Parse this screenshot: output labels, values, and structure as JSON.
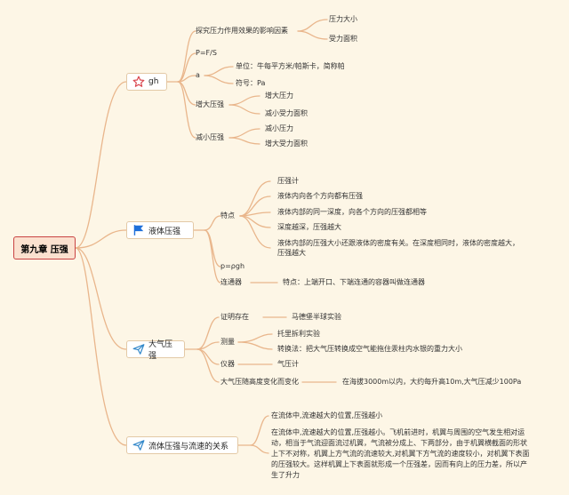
{
  "root": "第九章 压强",
  "b1": {
    "title": "gh",
    "icon": "star-icon",
    "sub1": {
      "label": "探究压力作用效果的影响因素",
      "items": [
        "压力大小",
        "受力面积"
      ]
    },
    "formula": "P=F/S",
    "a": {
      "label": "a",
      "items": [
        "单位：牛每平方米/帕斯卡，简称帕",
        "符号：Pa"
      ]
    },
    "increase": {
      "label": "增大压强",
      "items": [
        "增大压力",
        "减小受力面积"
      ]
    },
    "decrease": {
      "label": "减小压强",
      "items": [
        "减小压力",
        "增大受力面积"
      ]
    }
  },
  "b2": {
    "title": "液体压强",
    "icon": "flag-icon",
    "features": {
      "label": "特点",
      "items": [
        "压强计",
        "液体内向各个方向都有压强",
        "液体内部的同一深度，向各个方向的压强都相等",
        "深度越深，压强越大",
        "液体内部的压强大小还跟液体的密度有关。在深度相同时，液体的密度越大，压强越大"
      ]
    },
    "formula": "p=ρgh",
    "connector": {
      "label": "连通器",
      "items": [
        "特点：上端开口、下端连通的容器叫做连通器"
      ]
    }
  },
  "b3": {
    "title": "大气压强",
    "icon": "paper-plane-icon",
    "proof": {
      "label": "证明存在",
      "items": [
        "马德堡半球实验"
      ]
    },
    "measure": {
      "label": "测量",
      "items": [
        "托里拆利实验",
        "转换法：把大气压转换成空气能拖住汞柱内水银的重力大小"
      ]
    },
    "instrument": {
      "label": "仪器",
      "items": [
        "气压计"
      ]
    },
    "altitude": {
      "label": "大气压随高度变化而变化",
      "items": [
        "在海拔3000m以内，大约每升高10m,大气压减少100Pa"
      ]
    }
  },
  "b4": {
    "title": "流体压强与流速的关系",
    "icon": "paper-plane-icon",
    "items": [
      "在流体中,流速越大的位置,压强越小",
      "在流体中,流速越大的位置,压强越小。飞机前进时，机翼与周围的空气发生相对运动，相当于气流迎面流过机翼，气流被分成上、下两部分，由于机翼横截面的形状上下不对称，机翼上方气流的流速较大,对机翼下方气流的速度较小，对机翼下表面的压强较大。这样机翼上下表面就形成一个压强差，因而有向上的压力差，所以产生了升力"
    ]
  },
  "colors": {
    "line": "#e9b68c",
    "root_border": "#c94343",
    "star": "#d9434c",
    "flag": "#1e6fd9",
    "plane": "#2f86c9"
  }
}
